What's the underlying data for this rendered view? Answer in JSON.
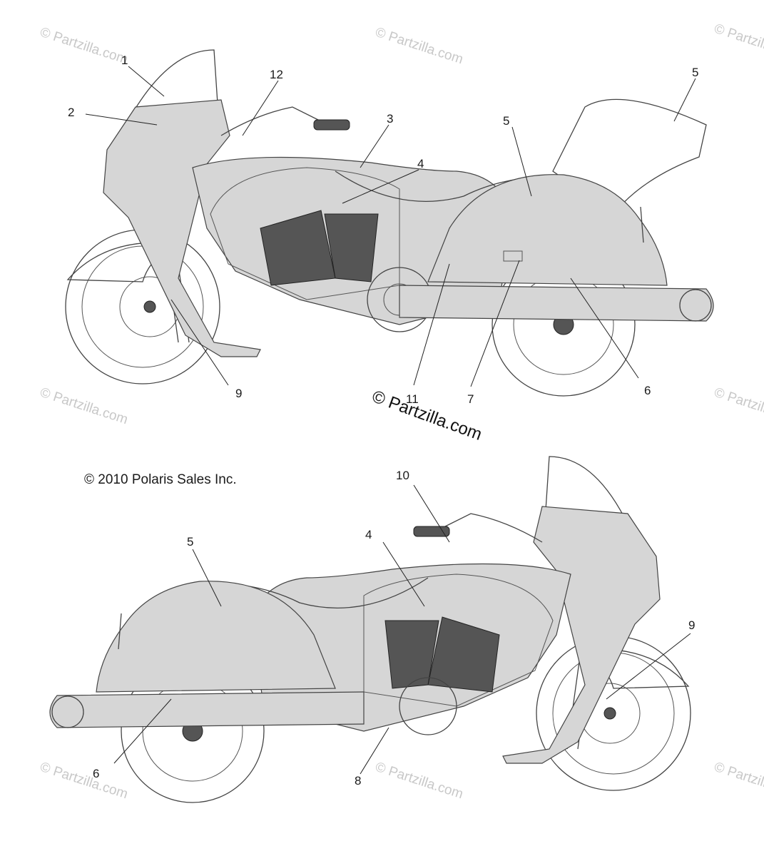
{
  "copyright": "© 2010 Polaris Sales Inc.",
  "center_watermark": "© Partzilla.com",
  "watermark_text": "© Partzilla.com",
  "callouts": [
    {
      "id": "c1",
      "label": "1"
    },
    {
      "id": "c2",
      "label": "2"
    },
    {
      "id": "c12",
      "label": "12"
    },
    {
      "id": "c3",
      "label": "3"
    },
    {
      "id": "c4-top",
      "label": "4"
    },
    {
      "id": "c5-top-rear",
      "label": "5"
    },
    {
      "id": "c5-top-side",
      "label": "5"
    },
    {
      "id": "c7",
      "label": "7"
    },
    {
      "id": "c6-top",
      "label": "6"
    },
    {
      "id": "c9-top",
      "label": "9"
    },
    {
      "id": "c11",
      "label": "11"
    },
    {
      "id": "c10",
      "label": "10"
    },
    {
      "id": "c4-bottom",
      "label": "4"
    },
    {
      "id": "c5-bottom",
      "label": "5"
    },
    {
      "id": "c9-bottom",
      "label": "9"
    },
    {
      "id": "c6-bottom",
      "label": "6"
    },
    {
      "id": "c8",
      "label": "8"
    }
  ],
  "colors": {
    "line": "#444444",
    "shade": "#d6d6d6",
    "watermark": "#c8c8c8"
  }
}
